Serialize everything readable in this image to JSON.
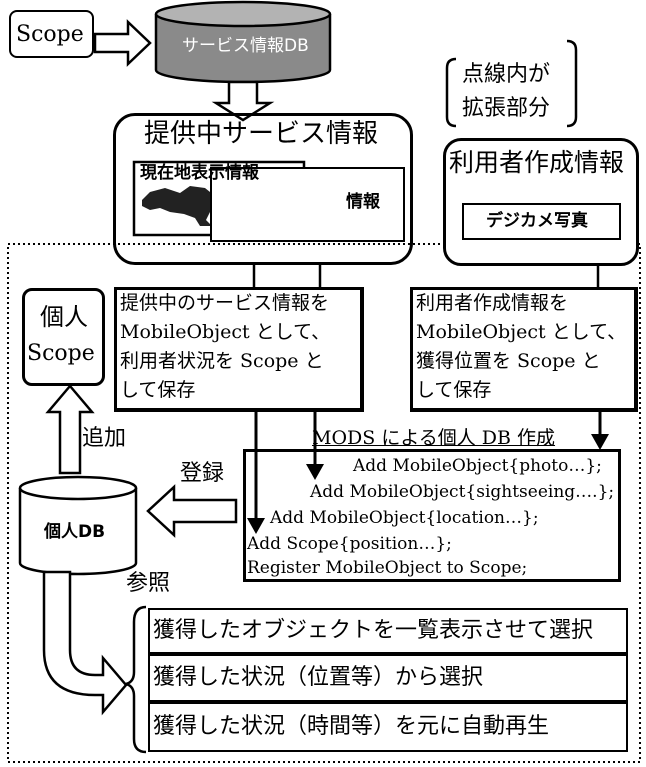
{
  "scope_box": "Scope",
  "service_db": "サービス情報DB",
  "note_line1": "点線内が",
  "note_line2": "拡張部分",
  "providing_title": "提供中サービス情報",
  "current_location_info": "現在地表示情報",
  "info_partial": "情報",
  "user_created_title": "利用者作成情報",
  "digicam_photo": "デジカメ写真",
  "personal_scope": [
    "個人",
    "Scope"
  ],
  "add_label": "追加",
  "provided_save_text": [
    "提供中のサービス情報を",
    "MobileObject として、",
    "利用者状況を Scope と",
    "して保存"
  ],
  "user_save_text": [
    "利用者作成情報を",
    "MobileObject として、",
    "獲得位置を Scope と",
    "して保存"
  ],
  "mods_title": "MODS による個人 DB 作成",
  "code_lines": [
    "Add MobileObject{photo…};",
    "Add MobileObject{sightseeing….};",
    "Add MobileObject{location…};",
    "Add Scope{position…};",
    "Register MobileObject to Scope;"
  ],
  "register_label": "登録",
  "personal_db": "個人DB",
  "refer_label": "参照",
  "options": [
    "獲得したオブジェクトを一覧表示させて選択",
    "獲得した状況（位置等）から選択",
    "獲得した状況（時間等）を元に自動再生"
  ]
}
